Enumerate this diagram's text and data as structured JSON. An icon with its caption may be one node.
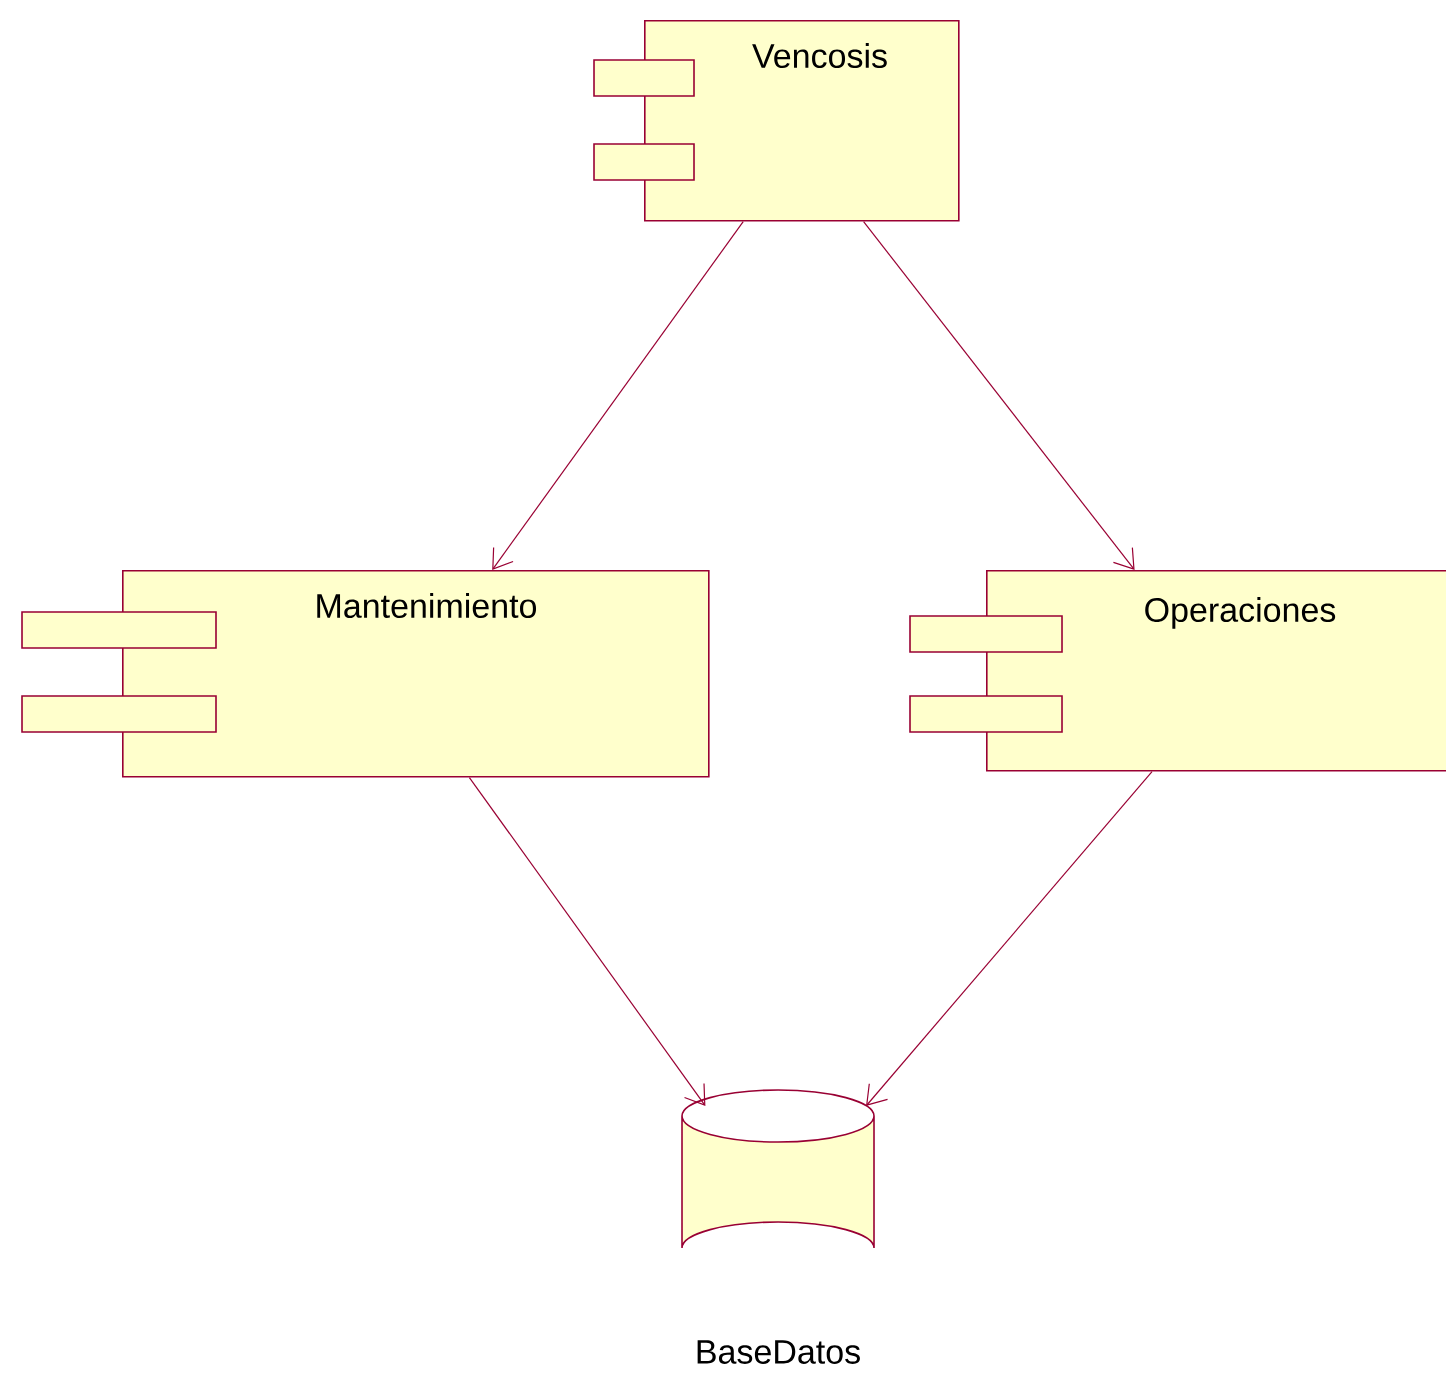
{
  "diagram": {
    "nodes": [
      {
        "text": [
          "Vencosis"
        ]
      },
      {
        "text": [
          "Mantenimiento"
        ]
      },
      {
        "text": [
          "Operaciones"
        ]
      },
      {
        "text": [
          "BaseDatos"
        ]
      }
    ],
    "edges": [
      {
        "from": 0,
        "to": 1,
        "arrow": "to"
      },
      {
        "from": 0,
        "to": 2,
        "arrow": "to"
      },
      {
        "from": 1,
        "to": 3,
        "arrow": "to"
      },
      {
        "from": 2,
        "to": 3,
        "arrow": "to"
      }
    ]
  }
}
